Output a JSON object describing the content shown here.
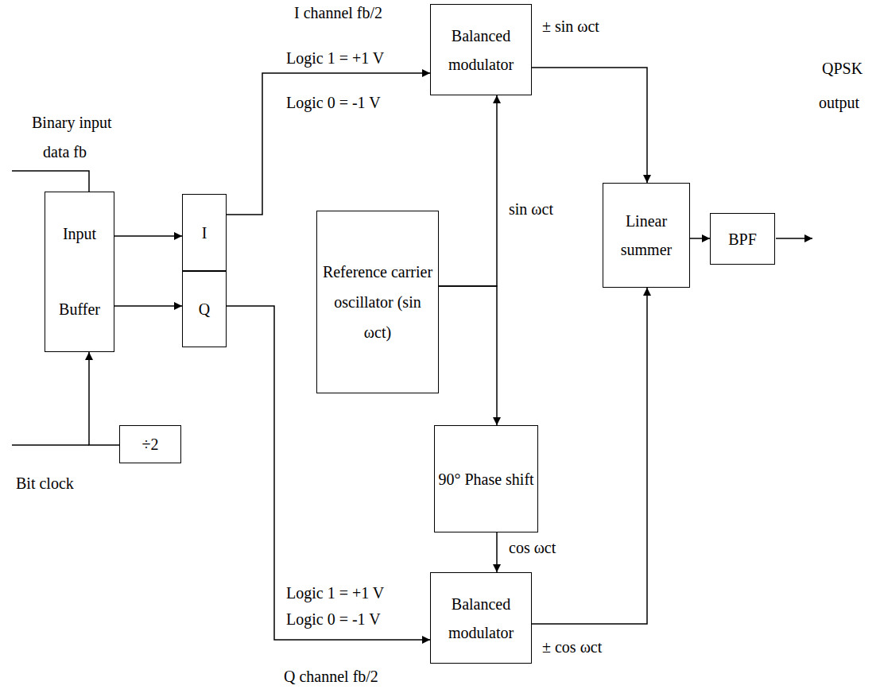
{
  "diagram": {
    "nodes": [
      {
        "text": [
          "Input Buffer"
        ]
      },
      {
        "text": [
          "I"
        ]
      },
      {
        "text": [
          "Q"
        ]
      },
      {
        "text": [
          "Balanced modulator"
        ]
      },
      {
        "text": [
          "Reference carrier oscillator (sin ωct)"
        ]
      },
      {
        "text": [
          "Linear summer"
        ]
      },
      {
        "text": [
          "BPF"
        ]
      },
      {
        "text": [
          "90° Phase shift"
        ]
      },
      {
        "text": [
          "Balanced modulator"
        ]
      },
      {
        "text": [
          "÷2"
        ]
      }
    ],
    "edges": [
      {
        "from": 0,
        "to": 1,
        "arrow": "to"
      },
      {
        "from": 0,
        "to": 2,
        "arrow": "to"
      },
      {
        "from": 1,
        "to": 3,
        "arrow": "to"
      },
      {
        "from": 2,
        "to": 8,
        "arrow": "to"
      },
      {
        "from": 4,
        "to": 3,
        "arrow": "to"
      },
      {
        "from": 4,
        "to": 7,
        "arrow": "to"
      },
      {
        "from": 7,
        "to": 8,
        "arrow": "to"
      },
      {
        "from": 3,
        "to": 5,
        "arrow": "to"
      },
      {
        "from": 8,
        "to": 5,
        "arrow": "to"
      },
      {
        "from": 5,
        "to": 6,
        "arrow": "to"
      },
      {
        "from": 9,
        "to": 0,
        "arrow": "to"
      }
    ],
    "labels": [
      "Binary input",
      "data fb",
      "Bit clock",
      "I channel fb/2",
      "Logic 1 = +1 V",
      "Logic 0 = -1 V",
      "± sin ωct",
      "sin ωct",
      "QPSK",
      "output",
      "cos ωct",
      "Logic 1 = +1 V",
      "Logic 0 = -1 V",
      "± cos ωct",
      "Q channel fb/2"
    ]
  }
}
